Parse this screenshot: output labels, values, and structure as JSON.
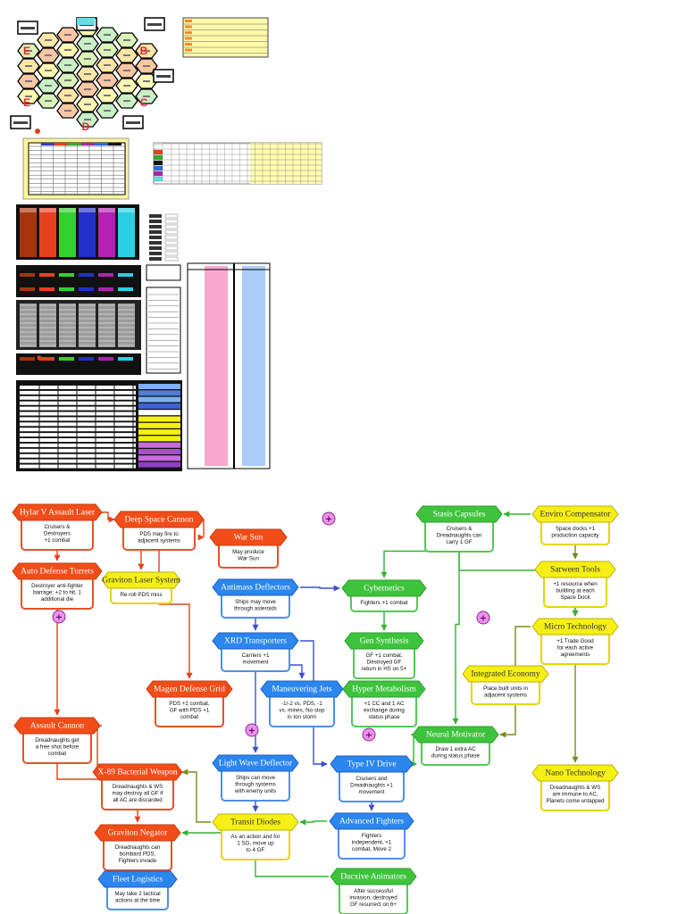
{
  "sheet": {
    "board_labels": [
      "E",
      "B",
      "E",
      "C",
      "D"
    ]
  },
  "colors": {
    "red": "#f14d18",
    "green": "#3ec43c",
    "blue": "#2b86ee",
    "yellow": "#f6ef15",
    "merge": "#f08ff0"
  },
  "tree": {
    "nodes": [
      {
        "id": "hylar",
        "label": "Hylar V Assault Laser",
        "color": "red",
        "desc": [
          "Cruisers &",
          "Destroyers",
          "+1 combat"
        ]
      },
      {
        "id": "deepspace",
        "label": "Deep Space Cannon",
        "color": "red",
        "desc": [
          "PDS may fire to",
          "adjacent systems"
        ]
      },
      {
        "id": "warsun",
        "label": "War Sun",
        "color": "red",
        "desc": [
          "May produce",
          "War Sun"
        ]
      },
      {
        "id": "autodef",
        "label": "Auto Defense Turrets",
        "color": "red",
        "desc": [
          "Destroyer anti-fighter",
          "barrage: +2 to hit, 1",
          "additional die"
        ]
      },
      {
        "id": "graviton",
        "label": "Graviton Laser System",
        "color": "yellow",
        "desc": [
          "Re-roll PDS miss"
        ]
      },
      {
        "id": "magen",
        "label": "Magen Defense Grid",
        "color": "red",
        "desc": [
          "PDS +1 combat,",
          "GF with PDS +1",
          "combat"
        ]
      },
      {
        "id": "assault",
        "label": "Assault Cannon",
        "color": "red",
        "desc": [
          "Dreadnaughts get",
          "a free shot before",
          "combat"
        ]
      },
      {
        "id": "x89",
        "label": "X-89 Bacterial Weapon",
        "color": "red",
        "desc": [
          "Dreadnaughts & WS",
          "may destroy all GF if",
          "all AC are discarded"
        ]
      },
      {
        "id": "gravneg",
        "label": "Graviton Negator",
        "color": "red",
        "desc": [
          "Dreadnaughts can",
          "bombard PDS,",
          "Fighters invade"
        ]
      },
      {
        "id": "fleetlog",
        "label": "Fleet Logistics",
        "color": "blue",
        "desc": [
          "May take 2 tactical",
          "actions at the time"
        ]
      },
      {
        "id": "antimass",
        "label": "Antimass Deflectors",
        "color": "blue",
        "desc": [
          "Ships may move",
          "through asteroids"
        ]
      },
      {
        "id": "xrd",
        "label": "XRD Transporters",
        "color": "blue",
        "desc": [
          "Carriers +1",
          "movement"
        ]
      },
      {
        "id": "manjets",
        "label": "Maneuvering Jets",
        "color": "blue",
        "desc": [
          "-1/-2 vs. PDS, -1",
          "vs. mines, No stop",
          "in Ion storm"
        ]
      },
      {
        "id": "lightwave",
        "label": "Light Wave Deflector",
        "color": "blue",
        "desc": [
          "Ships can move",
          "through systems",
          "with enemy units"
        ]
      },
      {
        "id": "transit",
        "label": "Transit Diodes",
        "color": "yellow",
        "desc": [
          "As an action and for",
          "1 SG, move up",
          "to 4 GF"
        ]
      },
      {
        "id": "type4",
        "label": "Type IV Drive",
        "color": "blue",
        "desc": [
          "Cruisers and",
          "Dreadnaughts +1",
          "movement"
        ]
      },
      {
        "id": "advfight",
        "label": "Advanced Fighters",
        "color": "blue",
        "desc": [
          "Fighters",
          "independent, +1",
          "combat, Move 2"
        ]
      },
      {
        "id": "stasis",
        "label": "Stasis Capsules",
        "color": "green",
        "desc": [
          "Cruisers &",
          "Dreadnaughts can",
          "carry 1 GF"
        ]
      },
      {
        "id": "cyber",
        "label": "Cybernetics",
        "color": "green",
        "desc": [
          "Fighters +1 combat"
        ]
      },
      {
        "id": "gensyn",
        "label": "Gen Synthesis",
        "color": "green",
        "desc": [
          "GF +1 combat,",
          "Destroyed GF",
          "return in HS on 5+"
        ]
      },
      {
        "id": "hyper",
        "label": "Hyper Metabolism",
        "color": "green",
        "desc": [
          "+1 CC and 1 AC",
          "exchange during",
          "status phase"
        ]
      },
      {
        "id": "neural",
        "label": "Neural Motivator",
        "color": "green",
        "desc": [
          "Draw 1 extra AC",
          "during status phase"
        ]
      },
      {
        "id": "dacxive",
        "label": "Dacxive Animators",
        "color": "green",
        "desc": [
          "After successful",
          "invasion, destroyed",
          "GF resurrect on 6+"
        ]
      },
      {
        "id": "enviro",
        "label": "Enviro Compensator",
        "color": "yellow",
        "desc": [
          "Space docks +1",
          "production capacity"
        ]
      },
      {
        "id": "sarween",
        "label": "Sarween Tools",
        "color": "yellow",
        "desc": [
          "+1 resource when",
          "building at each",
          "Space Dock"
        ]
      },
      {
        "id": "micro",
        "label": "Micro Technology",
        "color": "yellow",
        "desc": [
          "+1 Trade Good",
          "for each active",
          "agreements"
        ]
      },
      {
        "id": "integ",
        "label": "Integrated Economy",
        "color": "yellow",
        "desc": [
          "Place built units in",
          "adjacent systems"
        ]
      },
      {
        "id": "nano",
        "label": "Nano Technology",
        "color": "yellow",
        "desc": [
          "Dreadnaughts & WS",
          "are immune to AC,",
          "Planets come untapped"
        ]
      }
    ],
    "merge_symbol": "+"
  }
}
